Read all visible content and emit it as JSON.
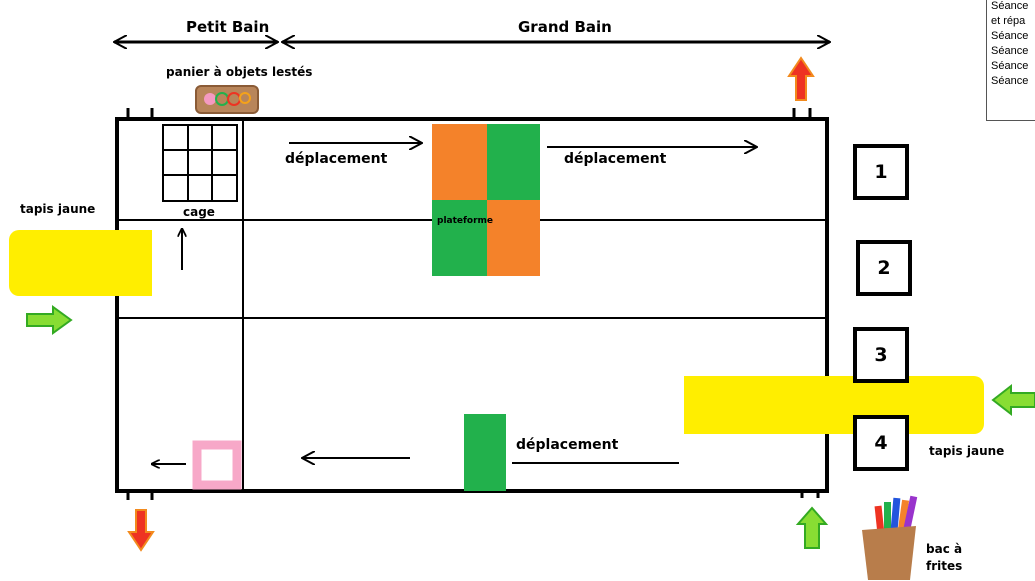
{
  "zones": {
    "petit_bain": "Petit Bain",
    "grand_bain": "Grand Bain"
  },
  "basket_label": "panier à objets lestés",
  "cage_label": "cage",
  "platform_label": "plateforme",
  "moves": {
    "top_left": "déplacement",
    "top_right": "déplacement",
    "bottom": "déplacement"
  },
  "tapis_left": "tapis jaune",
  "tapis_right": "tapis jaune",
  "stations": [
    "1",
    "2",
    "3",
    "4"
  ],
  "bac_label_line1": "bac à",
  "bac_label_line2": "frites",
  "note_lines": [
    "Séance",
    "et répa",
    "Séance",
    "Séance",
    "Séance",
    "Séance"
  ],
  "colors": {
    "yellow": "#ffee00",
    "orange": "#f4822a",
    "green": "#22b14c",
    "pink": "#f7a8c8",
    "red_arrow": "#ee3322",
    "green_arrow": "#88dd33"
  }
}
